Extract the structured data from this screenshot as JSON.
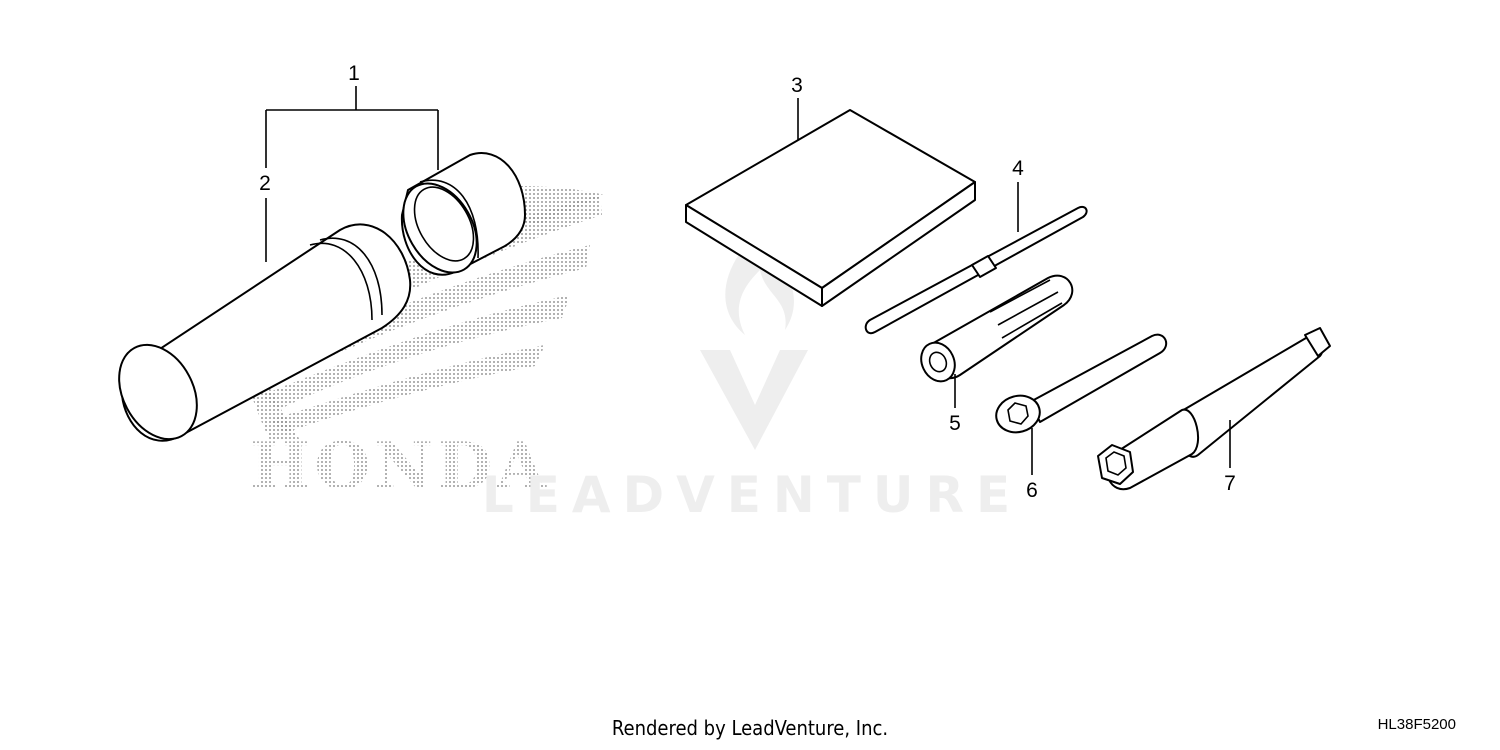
{
  "diagram": {
    "callouts": [
      "1",
      "2",
      "3",
      "4",
      "5",
      "6",
      "7"
    ],
    "brand_watermark": "HONDA",
    "vendor_watermark": "LEADVENTURE"
  },
  "footer": {
    "credit": "Rendered by LeadVenture, Inc.",
    "code": "HL38F5200"
  }
}
